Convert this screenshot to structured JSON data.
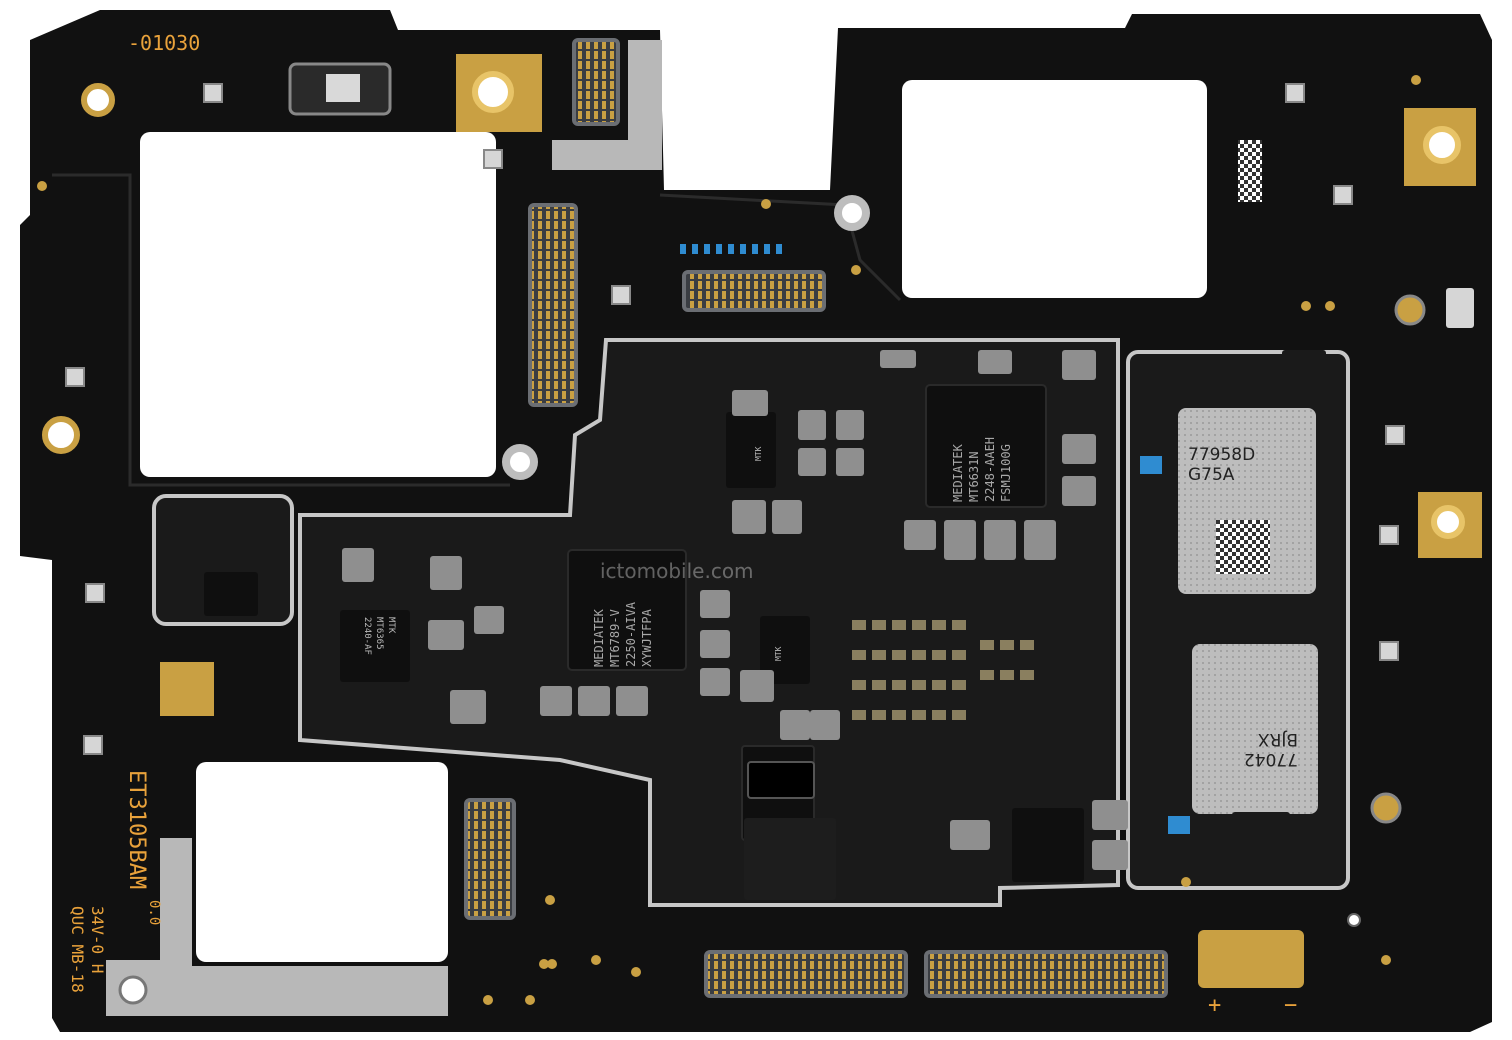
{
  "silkscreen": {
    "board_code": "-01030",
    "model": "ET3105BAM",
    "rev": "0.0",
    "line1": "34V-0 H",
    "line2": "QUC MB-18",
    "plus": "+",
    "minus": "−"
  },
  "chips": {
    "soc_brand": "MEDIATEK",
    "soc_model": "MT6789-V",
    "soc_code1": "2250-AIVA",
    "soc_code2": "XYWJTFPA",
    "modem_brand": "MEDIATEK",
    "modem_model": "MT6631N",
    "modem_code1": "2248-AAEH",
    "modem_code2": "FSMJ100G",
    "pmic_brand": "MTK",
    "pmic_model": "MT6365",
    "pmic_code": "2240-AF",
    "rf_top_line1": "77958D",
    "rf_top_line2": "G75A",
    "rf_bottom_line1": "77042",
    "rf_bottom_line2": "BJRX",
    "mtk_small1": "MTK",
    "mtk_small2": "MTK"
  },
  "watermark": "ictomobile.com",
  "colors": {
    "pcb": "#111111",
    "shield": "#b8b8b8",
    "gold": "#c9a043",
    "silk": "#e9a23b",
    "connector": "#6b6e73"
  }
}
